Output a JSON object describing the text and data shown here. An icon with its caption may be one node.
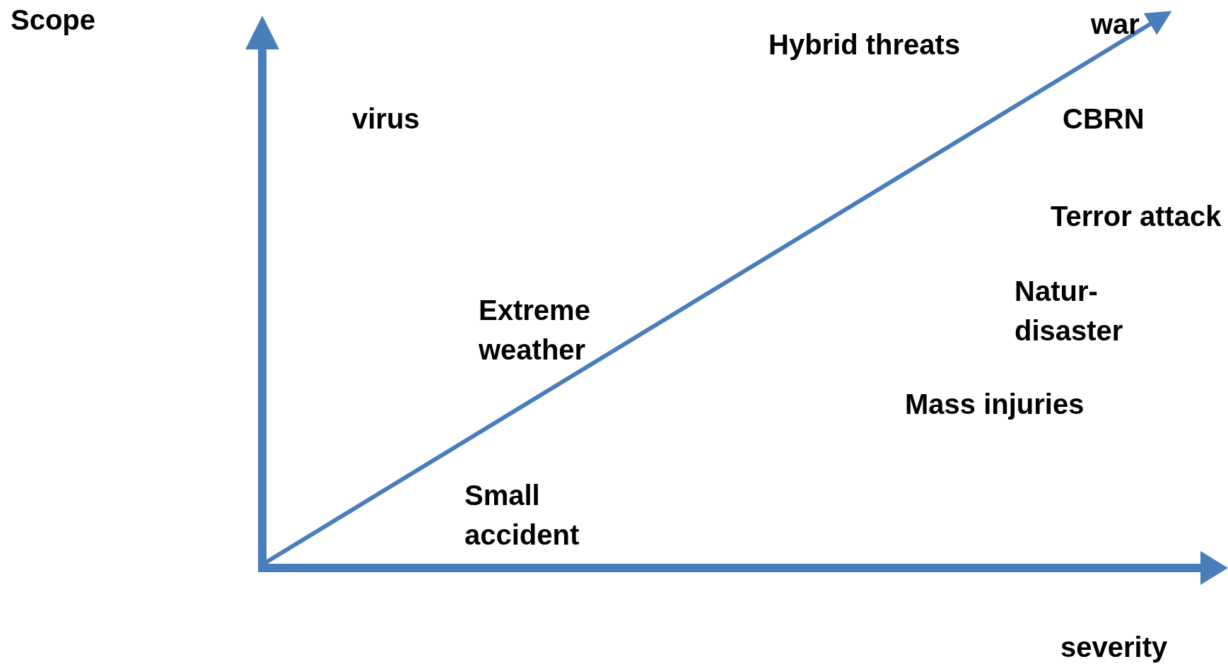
{
  "diagram": {
    "labels": [
      "Scope",
      "war",
      "Hybrid threats",
      "virus",
      "CBRN",
      "Terror attack",
      "Natur- disaster",
      "Extreme weather",
      "Mass injuries",
      "Small accident",
      "severity"
    ]
  }
}
